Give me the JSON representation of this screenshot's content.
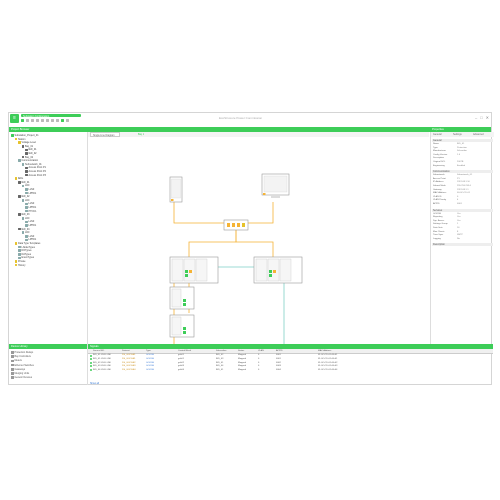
{
  "app": {
    "logo_glyph": "≡",
    "menu_text": "Substation Configuration",
    "window_title": "EcoStruxure Power Commission",
    "window_controls": [
      "–",
      "□",
      "✕"
    ]
  },
  "panels": {
    "left_title": "Project Browser",
    "right_title": "Properties",
    "bottom_left_title": "Device Library",
    "bottom_right_title": "Signals"
  },
  "canvas": {
    "tab_label": "Single Line Diagram",
    "legend_text": "Bay 1"
  },
  "tree": {
    "items": [
      {
        "label": "Substation_Project_01",
        "indent": 0,
        "icon": "project-icon"
      },
      {
        "label": "Station",
        "indent": 1,
        "icon": "folder-icon"
      },
      {
        "label": "Voltage Level",
        "indent": 2,
        "icon": "folder-icon"
      },
      {
        "label": "Bay_01",
        "indent": 3,
        "icon": "bay-icon"
      },
      {
        "label": "IED_01",
        "indent": 4,
        "icon": "device-icon"
      },
      {
        "label": "IED_02",
        "indent": 4,
        "icon": "device-icon"
      },
      {
        "label": "Bay_02",
        "indent": 3,
        "icon": "bay-icon"
      },
      {
        "label": "Communication",
        "indent": 2,
        "icon": "network-icon"
      },
      {
        "label": "Subnetwork_01",
        "indent": 3,
        "icon": "network-icon"
      },
      {
        "label": "Access Point P1",
        "indent": 4,
        "icon": "device-icon"
      },
      {
        "label": "Access Point P2",
        "indent": 4,
        "icon": "device-icon"
      },
      {
        "label": "Access Point P3",
        "indent": 4,
        "icon": "device-icon"
      },
      {
        "label": "IEDs",
        "indent": 1,
        "icon": "folder-icon"
      },
      {
        "label": "IED_01",
        "indent": 2,
        "icon": "device-icon"
      },
      {
        "label": "LD0",
        "indent": 3,
        "icon": "node-icon"
      },
      {
        "label": "LLN0",
        "indent": 4,
        "icon": "node-icon"
      },
      {
        "label": "LPHD1",
        "indent": 4,
        "icon": "node-icon"
      },
      {
        "label": "IED_02",
        "indent": 2,
        "icon": "device-icon"
      },
      {
        "label": "LD0",
        "indent": 3,
        "icon": "node-icon"
      },
      {
        "label": "LLN0",
        "indent": 4,
        "icon": "node-icon"
      },
      {
        "label": "LPHD1",
        "indent": 4,
        "icon": "node-icon"
      },
      {
        "label": "PTOC1",
        "indent": 4,
        "icon": "node-icon"
      },
      {
        "label": "IED_03",
        "indent": 2,
        "icon": "device-icon"
      },
      {
        "label": "LD0",
        "indent": 3,
        "icon": "node-icon"
      },
      {
        "label": "LLN0",
        "indent": 4,
        "icon": "node-icon"
      },
      {
        "label": "LPHD1",
        "indent": 4,
        "icon": "node-icon"
      },
      {
        "label": "IED_04",
        "indent": 2,
        "icon": "device-icon"
      },
      {
        "label": "LD0",
        "indent": 3,
        "icon": "node-icon"
      },
      {
        "label": "LLN0",
        "indent": 4,
        "icon": "node-icon"
      },
      {
        "label": "LPHD1",
        "indent": 4,
        "icon": "node-icon"
      },
      {
        "label": "Data Type Templates",
        "indent": 1,
        "icon": "folder-icon"
      },
      {
        "label": "LNodeTypes",
        "indent": 2,
        "icon": "node-icon"
      },
      {
        "label": "DOTypes",
        "indent": 2,
        "icon": "node-icon"
      },
      {
        "label": "DATypes",
        "indent": 2,
        "icon": "node-icon"
      },
      {
        "label": "EnumTypes",
        "indent": 2,
        "icon": "node-icon"
      },
      {
        "label": "Private",
        "indent": 1,
        "icon": "folder-icon"
      },
      {
        "label": "History",
        "indent": 1,
        "icon": "folder-icon"
      }
    ]
  },
  "right_tabs": [
    "General",
    "Settings",
    "Advanced"
  ],
  "properties": {
    "sections": [
      {
        "title": "General",
        "rows": [
          [
            "Name",
            "IED_01"
          ],
          [
            "Type",
            "Protection"
          ],
          [
            "Manufacturer",
            "Schneider"
          ],
          [
            "Config Version",
            "1.0"
          ],
          [
            "Description",
            ""
          ],
          [
            "Original SCL",
            "2007B"
          ],
          [
            "Engineering",
            "Enabled"
          ]
        ]
      },
      {
        "title": "Communication",
        "rows": [
          [
            "Subnetwork",
            "Subnetwork_01"
          ],
          [
            "Access Point",
            "P1"
          ],
          [
            "IP Address",
            "192.168.1.10"
          ],
          [
            "Subnet Mask",
            "255.255.255.0"
          ],
          [
            "Gateway",
            "192.168.1.1"
          ],
          [
            "MAC Address",
            "00-0C-CD-01"
          ],
          [
            "VLAN ID",
            "0"
          ],
          [
            "VLAN Priority",
            "4"
          ],
          [
            "APPID",
            "0001"
          ]
        ]
      },
      {
        "title": "Services",
        "rows": [
          [
            "GOOSE",
            "Yes"
          ],
          [
            "Reporting",
            "Yes"
          ],
          [
            "Dyn. Assoc.",
            "Yes"
          ],
          [
            "Settings Group",
            "1"
          ],
          [
            "Data Sets",
            "16"
          ],
          [
            "Max Clients",
            "8"
          ],
          [
            "Time Sync",
            "SNTP"
          ],
          [
            "Logging",
            "No"
          ]
        ]
      }
    ],
    "footer_label": "Description"
  },
  "library": {
    "items": [
      "Protection Relays",
      "Bay Controllers",
      "Meters",
      "Ethernet Switches",
      "Gateways",
      "Merging Units",
      "Generic Devices"
    ]
  },
  "grid": {
    "headers": [
      "Source IED",
      "Dataset",
      "Type",
      "Control Block",
      "Subscriber",
      "Status",
      "VLAN",
      "APPID",
      "MAC Address"
    ],
    "rows": [
      [
        "IED_01.LD0.LLN0",
        "DS_GOOSE1",
        "GOOSE",
        "gcb01",
        "IED_02",
        "Mapped",
        "0",
        "0001",
        "01-0C-CD-01-00-01"
      ],
      [
        "IED_01.LD0.LLN0",
        "DS_GOOSE1",
        "GOOSE",
        "gcb01",
        "IED_03",
        "Mapped",
        "0",
        "0001",
        "01-0C-CD-01-00-01"
      ],
      [
        "IED_02.LD0.LLN0",
        "DS_GOOSE2",
        "GOOSE",
        "gcb02",
        "IED_01",
        "Mapped",
        "0",
        "0002",
        "01-0C-CD-01-00-02"
      ],
      [
        "IED_03.LD0.LLN0",
        "DS_GOOSE3",
        "GOOSE",
        "gcb03",
        "IED_04",
        "Mapped",
        "0",
        "0003",
        "01-0C-CD-01-00-03"
      ],
      [
        "IED_04.LD0.LLN0",
        "DS_GOOSE4",
        "GOOSE",
        "gcb04",
        "IED_01",
        "Mapped",
        "0",
        "0004",
        "01-0C-CD-01-00-04"
      ]
    ],
    "footer_link": "Show all"
  },
  "colors": {
    "accent": "#3dcd58",
    "link_orange": "#f5b335",
    "link_teal": "#7fd0c6"
  }
}
